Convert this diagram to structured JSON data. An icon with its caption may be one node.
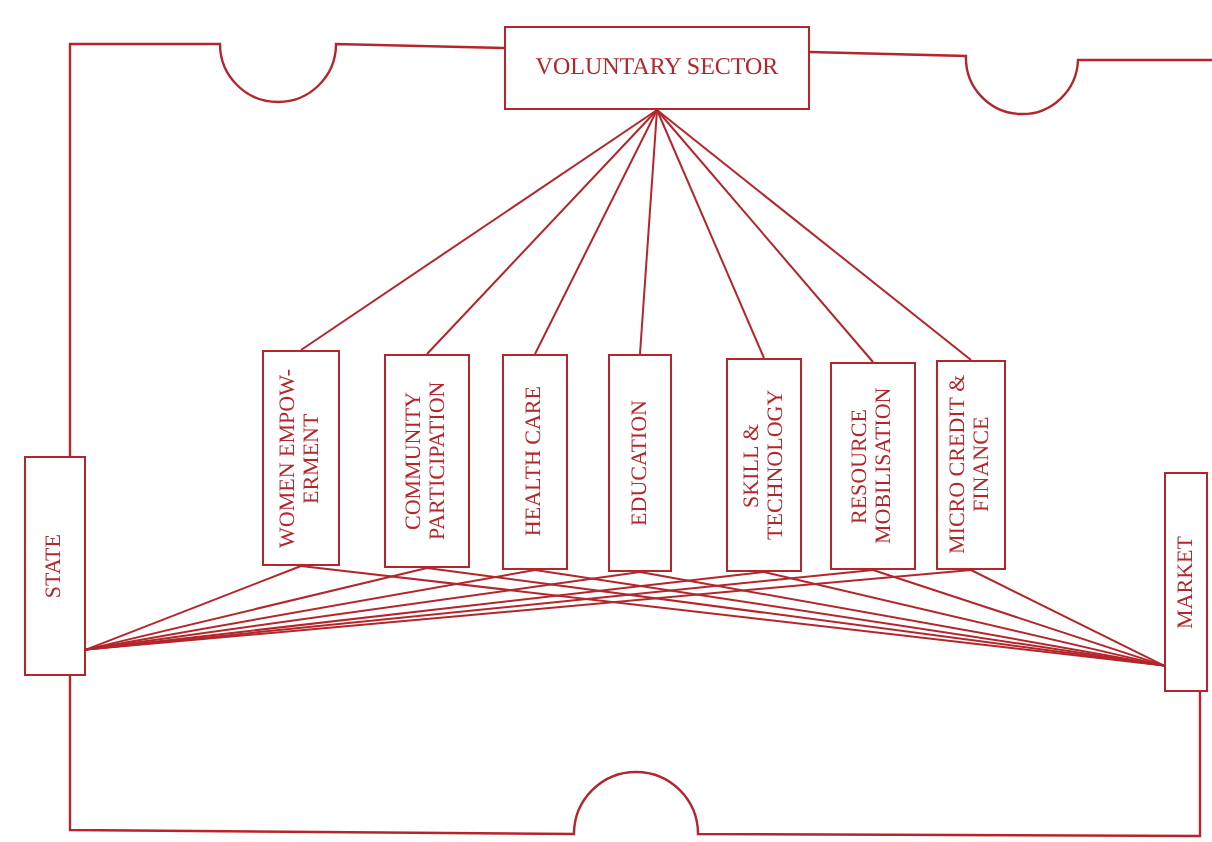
{
  "diagram": {
    "nodes": [
      {
        "text": [
          "VOLUNTARY SECTOR"
        ]
      },
      {
        "text": [
          "WOMEN EMPOW- ERMENT"
        ]
      },
      {
        "text": [
          "COMMUNITY PARTICIPATION"
        ]
      },
      {
        "text": [
          "HEALTH CARE"
        ]
      },
      {
        "text": [
          "EDUCATION"
        ]
      },
      {
        "text": [
          "SKILL & TECHNOLOGY"
        ]
      },
      {
        "text": [
          "RESOURCE MOBILISATION"
        ]
      },
      {
        "text": [
          "MICRO CREDIT & FINANCE"
        ]
      },
      {
        "text": [
          "STATE"
        ]
      },
      {
        "text": [
          "MARKET"
        ]
      }
    ],
    "edges": [
      {
        "from": 0,
        "to": 1,
        "arrow": "none"
      },
      {
        "from": 0,
        "to": 2,
        "arrow": "none"
      },
      {
        "from": 0,
        "to": 3,
        "arrow": "none"
      },
      {
        "from": 0,
        "to": 4,
        "arrow": "none"
      },
      {
        "from": 0,
        "to": 5,
        "arrow": "none"
      },
      {
        "from": 0,
        "to": 6,
        "arrow": "none"
      },
      {
        "from": 0,
        "to": 7,
        "arrow": "none"
      },
      {
        "from": 8,
        "to": 1,
        "arrow": "none"
      },
      {
        "from": 8,
        "to": 2,
        "arrow": "none"
      },
      {
        "from": 8,
        "to": 3,
        "arrow": "none"
      },
      {
        "from": 8,
        "to": 4,
        "arrow": "none"
      },
      {
        "from": 8,
        "to": 5,
        "arrow": "none"
      },
      {
        "from": 8,
        "to": 6,
        "arrow": "none"
      },
      {
        "from": 8,
        "to": 7,
        "arrow": "none"
      },
      {
        "from": 9,
        "to": 1,
        "arrow": "none"
      },
      {
        "from": 9,
        "to": 2,
        "arrow": "none"
      },
      {
        "from": 9,
        "to": 3,
        "arrow": "none"
      },
      {
        "from": 9,
        "to": 4,
        "arrow": "none"
      },
      {
        "from": 9,
        "to": 5,
        "arrow": "none"
      },
      {
        "from": 9,
        "to": 6,
        "arrow": "none"
      },
      {
        "from": 9,
        "to": 7,
        "arrow": "none"
      }
    ]
  }
}
